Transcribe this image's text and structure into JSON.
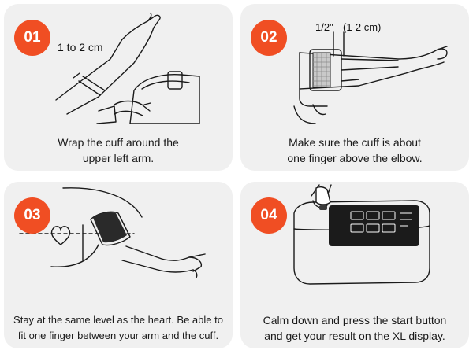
{
  "steps": [
    {
      "number": "01",
      "lines": [
        "Wrap the cuff around the",
        "upper left arm."
      ],
      "annotation": "1 to 2 cm"
    },
    {
      "number": "02",
      "lines": [
        "Make sure the cuff is about",
        "one finger above the elbow."
      ],
      "annotation_inch": "1/2\"",
      "annotation_cm": "(1-2 cm)"
    },
    {
      "number": "03",
      "lines": [
        "Stay at the same level as the heart. Be able to",
        "fit one finger between your arm and the cuff."
      ]
    },
    {
      "number": "04",
      "lines": [
        "Calm down and press the start button",
        "and get your result on the XL display."
      ]
    }
  ],
  "colors": {
    "accent": "#f04e23",
    "card": "#f0f0f0",
    "line": "#1a1a1a"
  }
}
